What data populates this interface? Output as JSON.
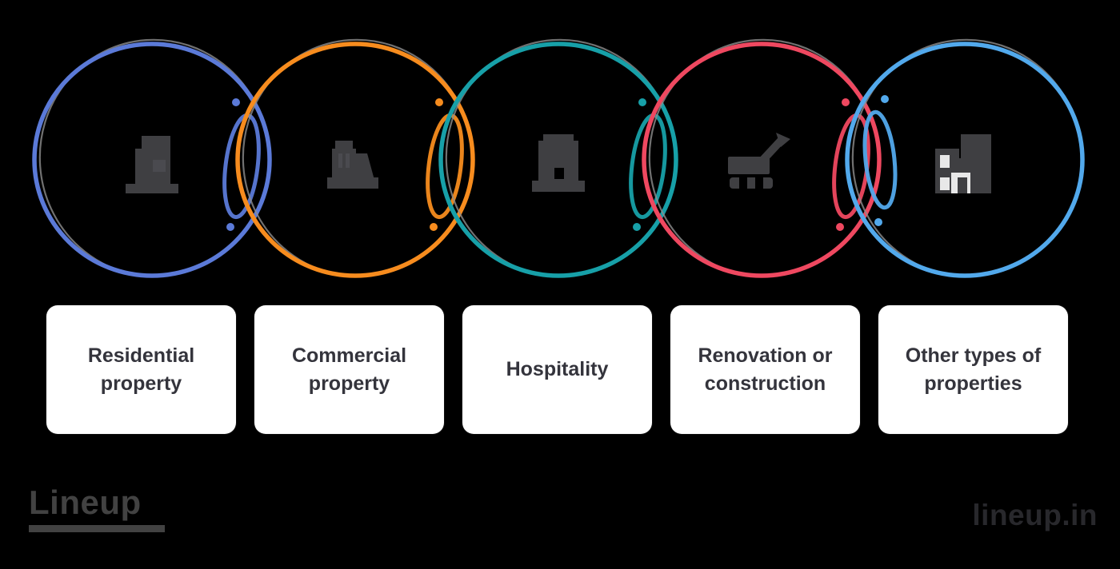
{
  "items": [
    {
      "label": "Residential property",
      "icon": "residential-building-icon",
      "circle_color": "#5b7ad8"
    },
    {
      "label": "Commercial property",
      "icon": "commercial-building-icon",
      "circle_color": "#f78c1e"
    },
    {
      "label": "Hospitality",
      "icon": "hotel-building-icon",
      "circle_color": "#17a0a8"
    },
    {
      "label": "Renovation or construction",
      "icon": "excavator-icon",
      "circle_color": "#ef4860"
    },
    {
      "label": "Other types of properties",
      "icon": "building-complex-icon",
      "circle_color": "#52a9ec"
    }
  ],
  "footer": {
    "logo_text": "Lineup",
    "watermark_text": "lineup.in",
    "logo_color": "#424242",
    "watermark_color": "#28282c"
  },
  "colors": {
    "background": "#000000",
    "icon": "#3f3f42",
    "icon_window": "#4a4a4f",
    "icon_light": "#e8e8e8",
    "sketch_line": "#8d8d8d",
    "card_bg": "#ffffff",
    "card_text": "#34343c"
  }
}
